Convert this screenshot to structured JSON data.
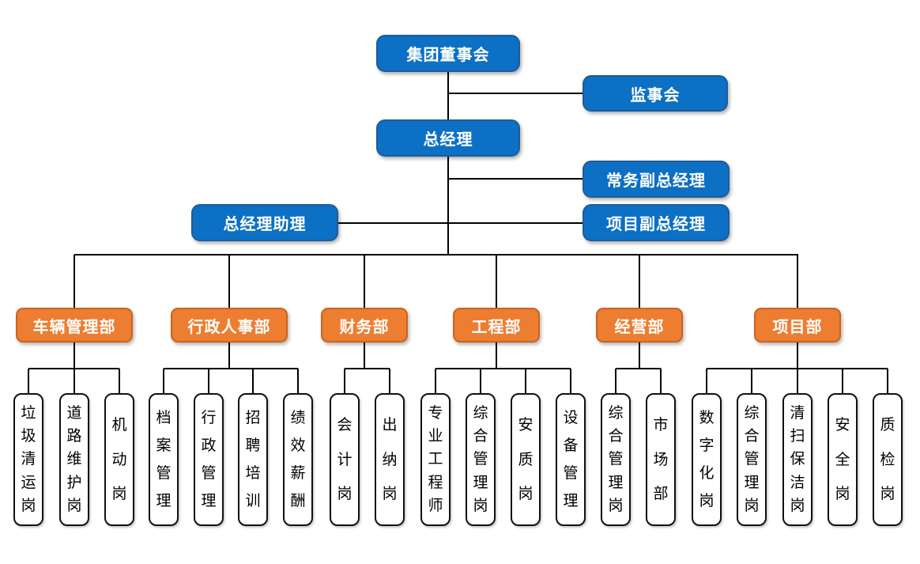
{
  "diagram": {
    "type": "org-chart",
    "executives": {
      "board": "集团董事会",
      "supervisory_board": "监事会",
      "general_manager": "总经理",
      "executive_deputy_gm": "常务副总经理",
      "gm_assistant": "总经理助理",
      "project_deputy_gm": "项目副总经理"
    },
    "departments": [
      {
        "label": "车辆管理部",
        "positions": [
          "垃圾清运岗",
          "道路维护岗",
          "机动岗"
        ]
      },
      {
        "label": "行政人事部",
        "positions": [
          "档案管理",
          "行政管理",
          "招聘培训",
          "绩效薪酬"
        ]
      },
      {
        "label": "财务部",
        "positions": [
          "会计岗",
          "出纳岗"
        ]
      },
      {
        "label": "工程部",
        "positions": [
          "专业工程师",
          "综合管理岗",
          "安质岗",
          "设备管理"
        ]
      },
      {
        "label": "经营部",
        "positions": [
          "综合管理岗",
          "市场部"
        ]
      },
      {
        "label": "项目部",
        "positions": [
          "数字化岗",
          "综合管理岗",
          "清扫保洁岗",
          "安全岗",
          "质检岗"
        ]
      }
    ],
    "colors": {
      "executive_fill": "#0C70C4",
      "executive_border": "#1F5C99",
      "department_fill": "#ED7D31",
      "department_border": "#C9641E",
      "position_fill": "#FFFFFF",
      "position_border": "#111111",
      "connector": "#000000",
      "text_on_fill": "#FFFFFF",
      "position_text": "#000000"
    }
  }
}
